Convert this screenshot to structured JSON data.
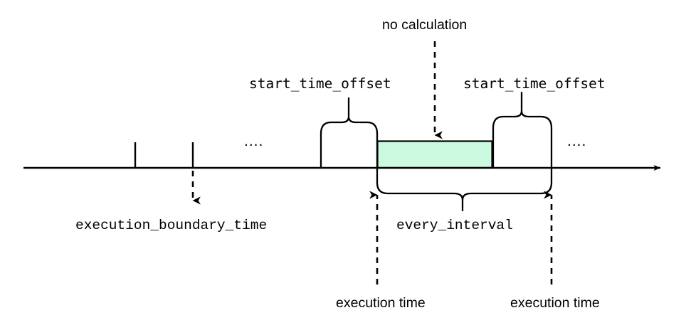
{
  "diagram": {
    "title_text": "no calculation",
    "colors": {
      "stroke": "#000000",
      "no_calculation_fill": "#ccfae0",
      "background": "#ffffff"
    },
    "labels": {
      "no_calculation": "no calculation",
      "start_time_offset_left": "start_time_offset",
      "start_time_offset_right": "start_time_offset",
      "execution_boundary_time": "execution_boundary_time",
      "every_interval": "every_interval",
      "execution_time_left": "execution time",
      "execution_time_right": "execution time",
      "ellipsis_left": "....",
      "ellipsis_right": "...."
    },
    "elements": {
      "timeline_axis": "horizontal time axis with right arrowhead",
      "tick_marks": [
        "tick-1",
        "tick-2"
      ],
      "no_calculation_region": "shaded interval between two execution times",
      "brace_start_offset_left": "curly brace marking left start_time_offset",
      "brace_start_offset_right": "curly brace marking right start_time_offset",
      "brace_every_interval": "curly brace marking every_interval span",
      "arrow_no_calculation": "dashed arrow pointing down into shaded region",
      "arrow_execution_boundary": "dashed arrow pointing down from second tick",
      "arrow_execution_time_left": "dashed arrow pointing up to first execution time",
      "arrow_execution_time_right": "dashed arrow pointing up to second execution time"
    }
  }
}
